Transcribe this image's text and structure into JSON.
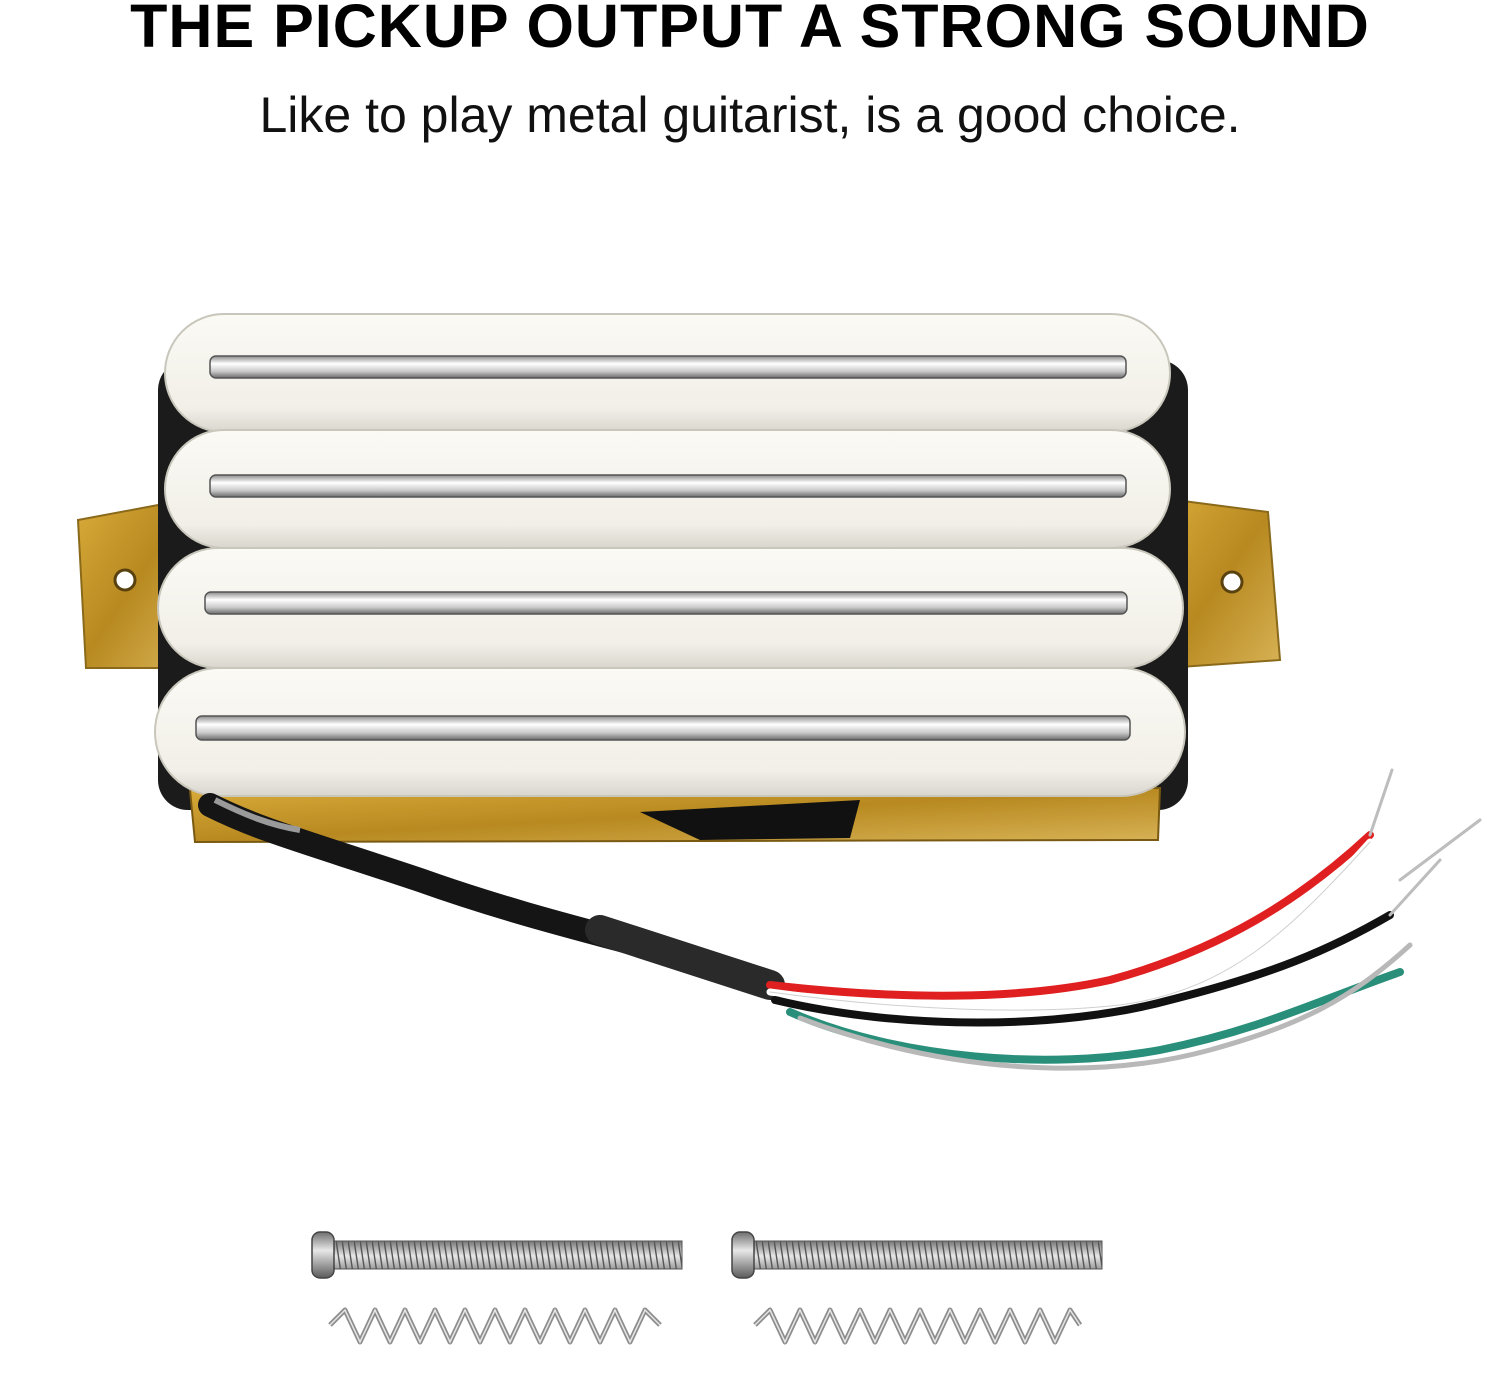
{
  "headline": "THE PICKUP OUTPUT A STRONG SOUND",
  "subline": "Like to play metal guitarist, is a good choice.",
  "product": {
    "type": "quad-rail humbucker pickup",
    "rail_count": 4,
    "cover_color": "#f7f5ef",
    "rail_color": "#d9d9d9",
    "baseplate_color": "#c79a2a",
    "wire_colors": [
      "#e02020",
      "#ffffff",
      "#111111",
      "#2a8f7a",
      "#b8b8b8"
    ],
    "screws": 2,
    "springs": 2
  }
}
